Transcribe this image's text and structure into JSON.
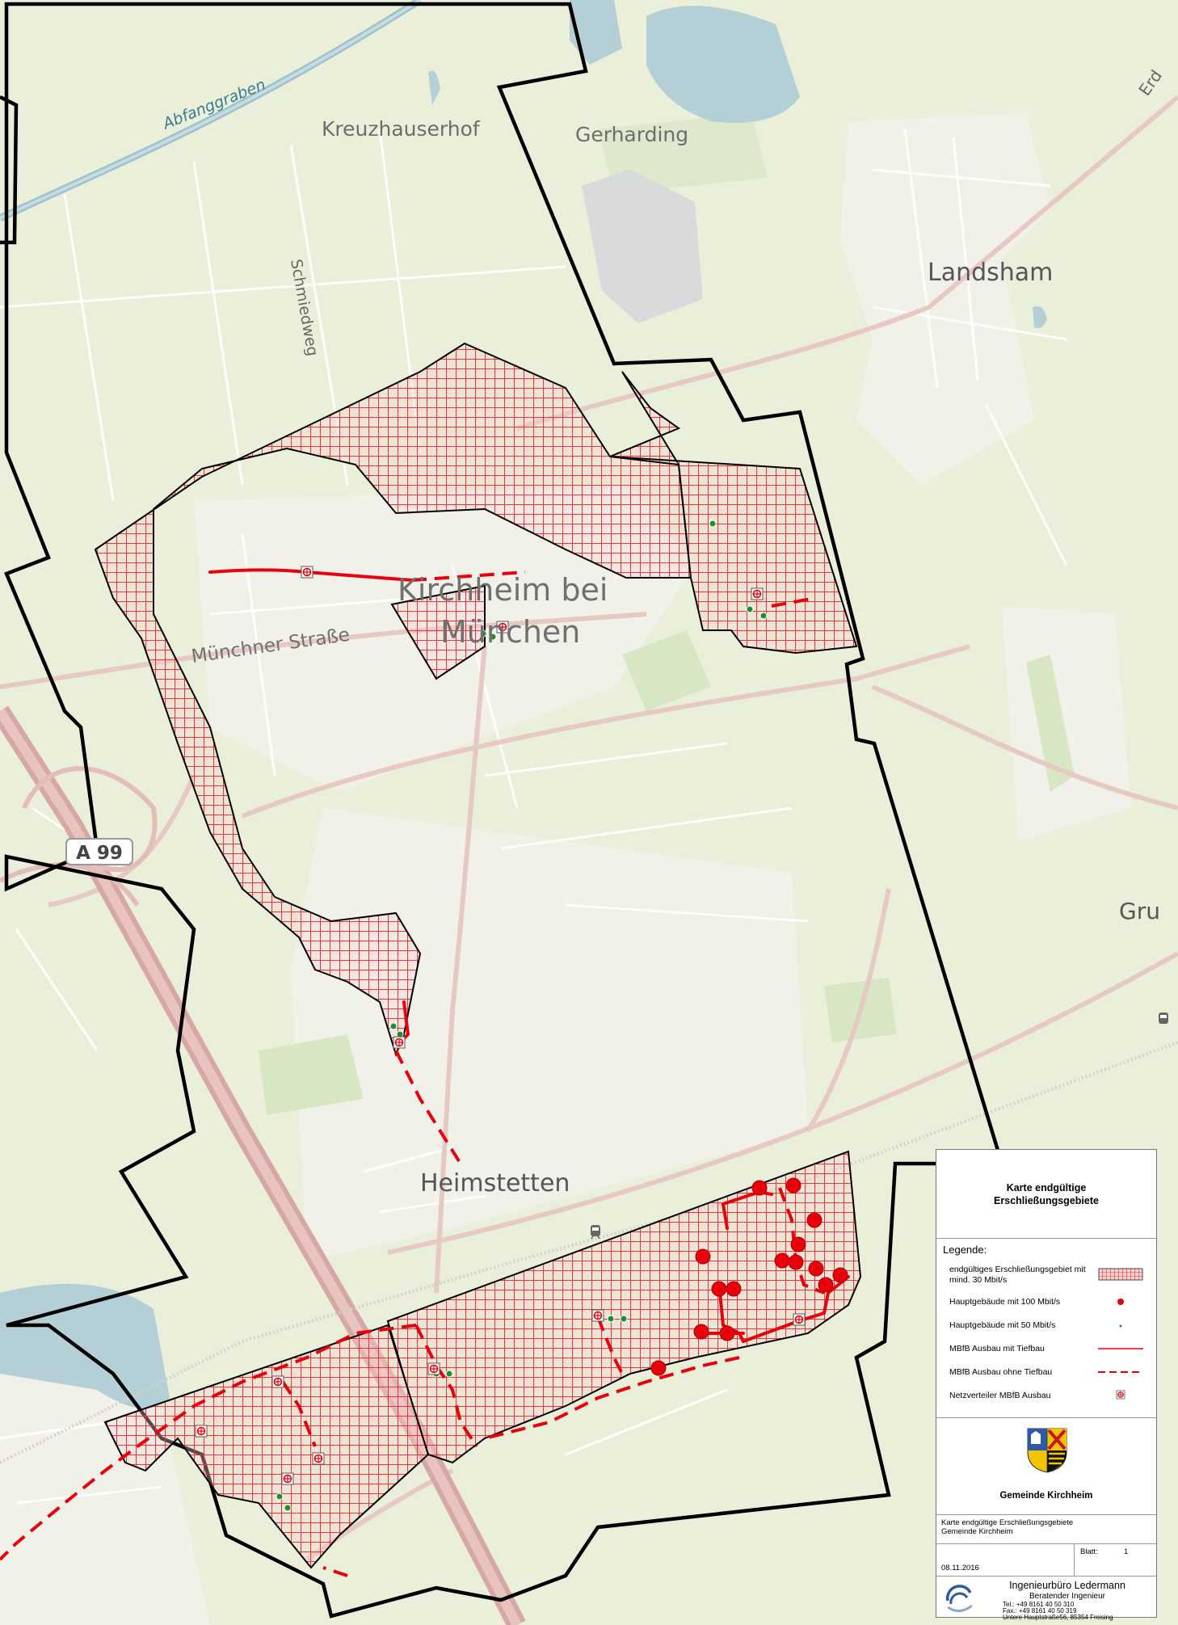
{
  "map_labels": {
    "abfanggraben": "Abfanggraben",
    "kreuzhauserhof": "Kreuzhauserhof",
    "gerharding": "Gerharding",
    "landsham": "Landsham",
    "schmiedweg": "Schmiedweg",
    "kirchheim_line1": "Kirchheim bei",
    "kirchheim_line2": "München",
    "muenchner_strasse": "Münchner Straße",
    "a99": "A 99",
    "heimstetten": "Heimstetten",
    "gru": "Gru",
    "erd": "Erd"
  },
  "legend": {
    "title_line1": "Karte endgültige",
    "title_line2": "Erschließungsgebiete",
    "heading": "Legende:",
    "items": [
      {
        "label": "endgültiges  Erschließungsgebiet mit mind. 30 Mbit/s",
        "symbol": "hatch-area"
      },
      {
        "label": "Hauptgebäude mit 100  Mbit/s",
        "symbol": "red-dot"
      },
      {
        "label": "Hauptgebäude mit 50  Mbit/s",
        "symbol": "green-dot"
      },
      {
        "label": "MBfB Ausbau mit Tiefbau",
        "symbol": "solid-red-line"
      },
      {
        "label": "MBfB Ausbau ohne Tiefbau",
        "symbol": "dashed-red-line"
      },
      {
        "label": "Netzverteiler MBfB Ausbau",
        "symbol": "distributor"
      }
    ],
    "org_name": "Gemeinde Kirchheim",
    "desc_line1": "Karte endgültige Erschließungsgebiete",
    "desc_line2": "Gemeinde Kirchheim",
    "blatt_label": "Blatt:",
    "blatt_value": "1",
    "date": "08.11.2016",
    "firm_name": "Ingenieurbüro Ledermann",
    "firm_subtitle": "Beratender Ingenieur",
    "firm_tel": "Tel.:  +49 8161 40 50 310",
    "firm_fax": "Fax.: +49 8161 40 50 319",
    "firm_address": "Untere Hauptstraße56, 85354 Freising"
  },
  "colors": {
    "land": "#eaefd9",
    "water": "#b4d0d6",
    "road": "#e7c9c3",
    "boundary": "#000000",
    "hatch": "#e8333a",
    "fiber": "#e8000b",
    "building_50": "#1f8f2e"
  }
}
